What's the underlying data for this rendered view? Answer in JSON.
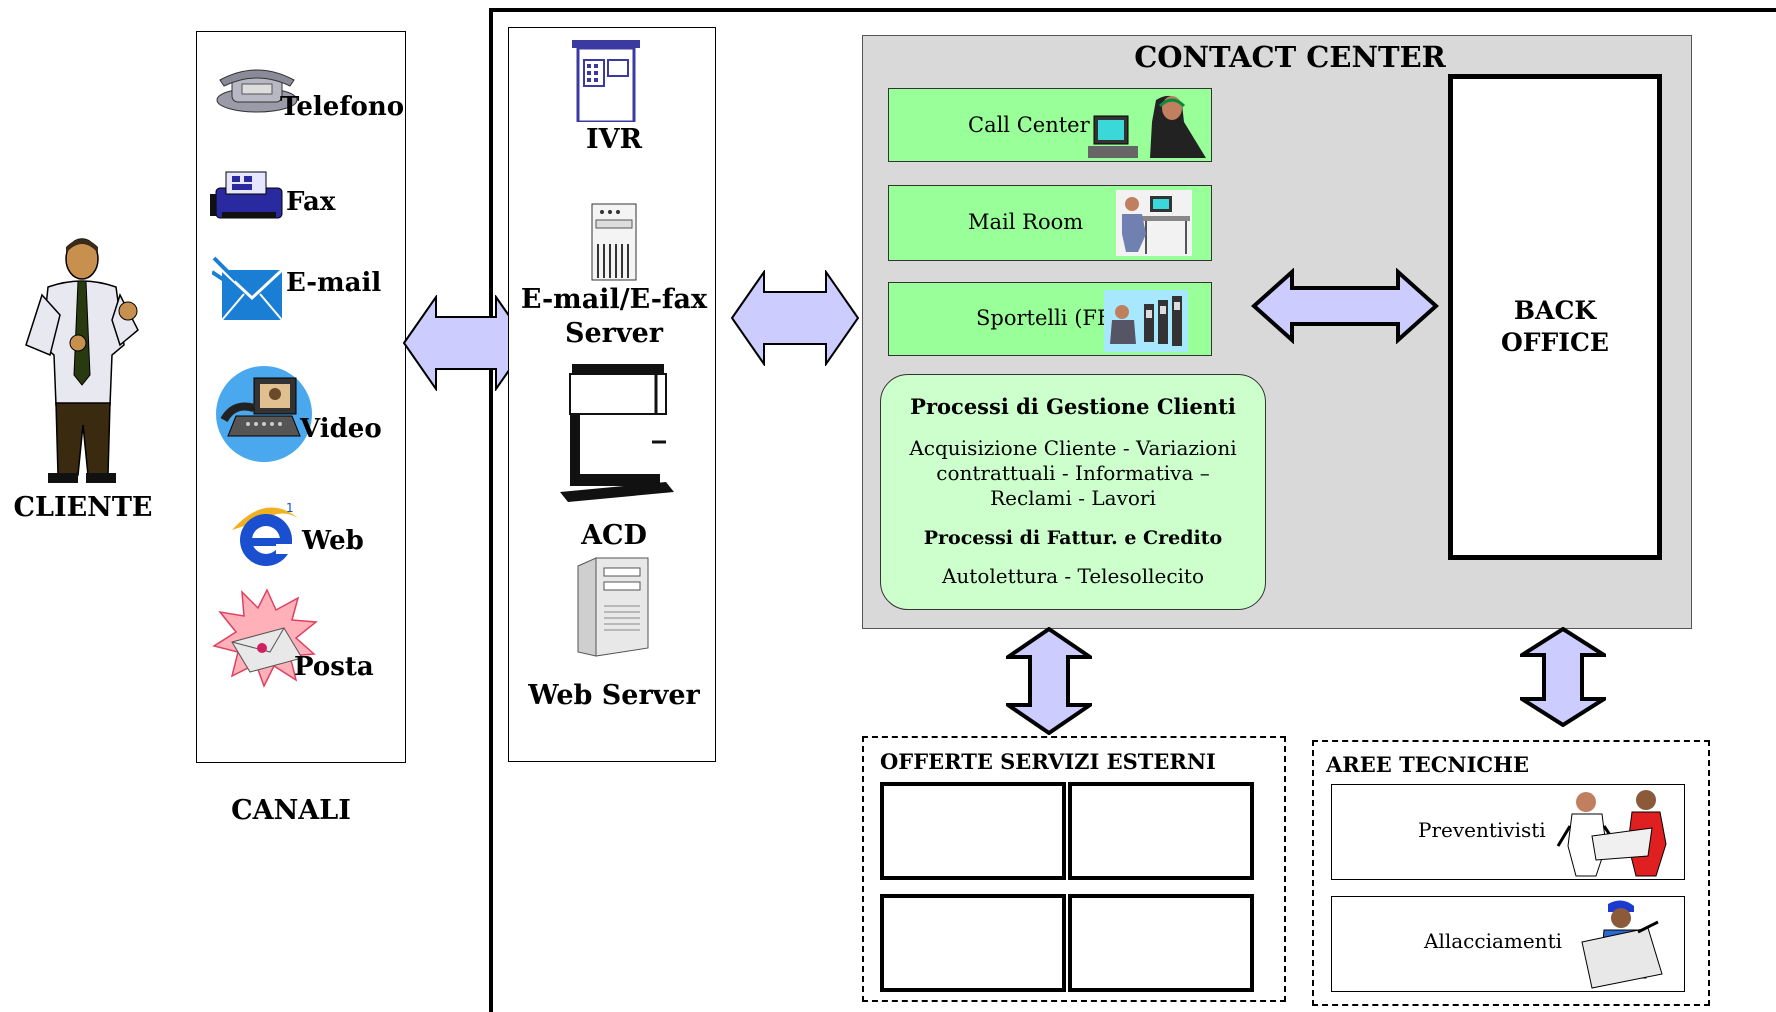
{
  "cliente": {
    "label": "CLIENTE"
  },
  "canali": {
    "title": "CANALI",
    "items": [
      {
        "label": "Telefono",
        "icon": "telephone-icon"
      },
      {
        "label": "Fax",
        "icon": "fax-icon"
      },
      {
        "label": "E-mail",
        "icon": "email-icon"
      },
      {
        "label": "Video",
        "icon": "videophone-icon"
      },
      {
        "label": "Web",
        "icon": "internet-explorer-icon"
      },
      {
        "label": "Posta",
        "icon": "mail-envelope-icon"
      }
    ]
  },
  "systems": {
    "ivr": "IVR",
    "email_server_line1": "E-mail/E-fax",
    "email_server_line2": "Server",
    "acd": "ACD",
    "web_server": "Web Server"
  },
  "contact_center": {
    "title": "CONTACT CENTER",
    "call_center": "Call Center",
    "mail_room": "Mail Room",
    "sportelli": "Sportelli (FE)",
    "processi": {
      "title": "Processi di Gestione Clienti",
      "line1": "Acquisizione Cliente -  Variazioni",
      "line2": "contrattuali - Informativa –",
      "line3": "Reclami - Lavori",
      "subtitle": "Processi di Fattur. e Credito",
      "line4": "Autolettura - Telesollecito"
    },
    "back_office_line1": "BACK",
    "back_office_line2": "OFFICE"
  },
  "offerte": {
    "title": "OFFERTE SERVIZI ESTERNI"
  },
  "aree": {
    "title": "AREE TECNICHE",
    "preventivisti": "Preventivisti",
    "allacciamenti": "Allacciamenti"
  },
  "colors": {
    "green_box": "#99ff99",
    "process_box": "#ccffcc",
    "contact_center_bg": "#d9d9d9",
    "arrow_fill": "#ccccff"
  }
}
